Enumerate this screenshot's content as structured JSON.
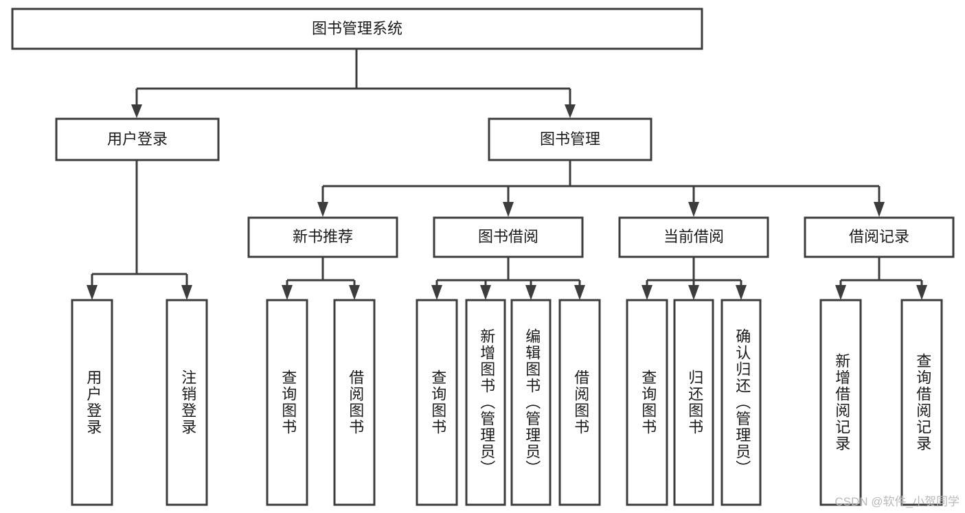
{
  "title": "图书管理系统",
  "watermark": "CSDN @软件_小贺同学",
  "colors": {
    "stroke": "#3c3c3c",
    "box_fill": "#ffffff",
    "text": "#1a1a1a",
    "background": "#ffffff",
    "watermark": "#b9b9b9"
  },
  "chart_data": {
    "type": "diagram",
    "diagram_kind": "tree-hierarchy",
    "title": "图书管理系统",
    "orientation": "top-down",
    "root": {
      "label": "图书管理系统",
      "children": [
        {
          "label": "用户登录",
          "children": [
            {
              "label": "用户登录"
            },
            {
              "label": "注销登录"
            }
          ]
        },
        {
          "label": "图书管理",
          "children": [
            {
              "label": "新书推荐",
              "children": [
                {
                  "label": "查询图书"
                },
                {
                  "label": "借阅图书"
                }
              ]
            },
            {
              "label": "图书借阅",
              "children": [
                {
                  "label": "查询图书"
                },
                {
                  "label": "新增图书（管理员）"
                },
                {
                  "label": "编辑图书（管理员）"
                },
                {
                  "label": "借阅图书"
                }
              ]
            },
            {
              "label": "当前借阅",
              "children": [
                {
                  "label": "查询图书"
                },
                {
                  "label": "归还图书"
                },
                {
                  "label": "确认归还（管理员）"
                }
              ]
            },
            {
              "label": "借阅记录",
              "children": [
                {
                  "label": "新增借阅记录"
                },
                {
                  "label": "查询借阅记录"
                }
              ]
            }
          ]
        }
      ]
    }
  },
  "nodes": {
    "root": {
      "label": "图书管理系统"
    },
    "level2": {
      "user_login": {
        "label": "用户登录"
      },
      "book_manage": {
        "label": "图书管理"
      }
    },
    "level3": {
      "new_book_rec": {
        "label": "新书推荐"
      },
      "book_borrow": {
        "label": "图书借阅"
      },
      "current_borrow": {
        "label": "当前借阅"
      },
      "borrow_record": {
        "label": "借阅记录"
      }
    },
    "leaves": {
      "user_login_1": {
        "label": "用户登录"
      },
      "user_login_2": {
        "label": "注销登录"
      },
      "new_book_rec_1": {
        "label": "查询图书"
      },
      "new_book_rec_2": {
        "label": "借阅图书"
      },
      "book_borrow_1": {
        "label": "查询图书"
      },
      "book_borrow_2": {
        "label": "新增图书（管理员）"
      },
      "book_borrow_3": {
        "label": "编辑图书（管理员）"
      },
      "book_borrow_4": {
        "label": "借阅图书"
      },
      "current_borrow_1": {
        "label": "查询图书"
      },
      "current_borrow_2": {
        "label": "归还图书"
      },
      "current_borrow_3": {
        "label": "确认归还（管理员）"
      },
      "borrow_record_1": {
        "label": "新增借阅记录"
      },
      "borrow_record_2": {
        "label": "查询借阅记录"
      }
    }
  }
}
